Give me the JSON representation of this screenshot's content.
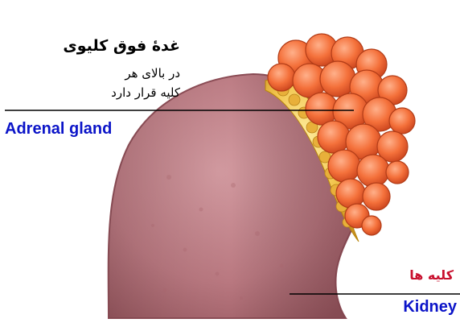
{
  "labels": {
    "adrenal_title_fa": "غدهٔ فوق کلیوی",
    "adrenal_desc_fa_line1": "در بالای هر",
    "adrenal_desc_fa_line2": "کلیه قرار دارد",
    "adrenal_en": "Adrenal gland",
    "kidney_fa": "کلیه ها",
    "kidney_en": "Kidney"
  },
  "colors": {
    "english_label": "#0b14c8",
    "kidney_fa_label": "#c8102e",
    "kidney_tissue": "#b9787f",
    "adrenal_cortex": "#f0c24a",
    "adrenal_medulla_lobes": "#f0642a"
  }
}
